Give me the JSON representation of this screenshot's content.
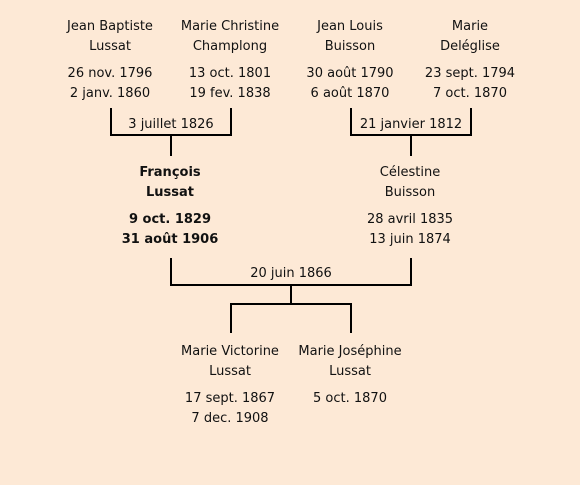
{
  "people": [
    {
      "id": "jean-baptiste-lussat",
      "first": "Jean Baptiste",
      "last": "Lussat",
      "birth": "26 nov. 1796",
      "death": "2 janv. 1860",
      "bold": false
    },
    {
      "id": "marie-christine-champlong",
      "first": "Marie Christine",
      "last": "Champlong",
      "birth": "13 oct. 1801",
      "death": "19 fev. 1838",
      "bold": false
    },
    {
      "id": "jean-louis-buisson",
      "first": "Jean Louis",
      "last": "Buisson",
      "birth": "30 août 1790",
      "death": "6 août 1870",
      "bold": false
    },
    {
      "id": "marie-deleglise",
      "first": "Marie",
      "last": "Deléglise",
      "birth": "23 sept. 1794",
      "death": "7 oct. 1870",
      "bold": false
    },
    {
      "id": "francois-lussat",
      "first": "François",
      "last": "Lussat",
      "birth": "9 oct. 1829",
      "death": "31 août 1906",
      "bold": true
    },
    {
      "id": "celestine-buisson",
      "first": "Célestine",
      "last": "Buisson",
      "birth": "28 avril 1835",
      "death": "13 juin 1874",
      "bold": false
    },
    {
      "id": "marie-victorine-lussat",
      "first": "Marie Victorine",
      "last": "Lussat",
      "birth": "17 sept. 1867",
      "death": "7 dec. 1908",
      "bold": false
    },
    {
      "id": "marie-josephine-lussat",
      "first": "Marie Joséphine",
      "last": "Lussat",
      "birth": "5 oct. 1870",
      "death": "",
      "bold": false
    }
  ],
  "marriages": [
    {
      "id": "marriage-lussat-champlong",
      "date": "3 juillet 1826"
    },
    {
      "id": "marriage-buisson-deleglise",
      "date": "21 janvier 1812"
    },
    {
      "id": "marriage-lussat-buisson",
      "date": "20 juin 1866"
    }
  ],
  "colors": {
    "background": "#fde9d6",
    "lines": "#000000",
    "text": "#111111"
  }
}
